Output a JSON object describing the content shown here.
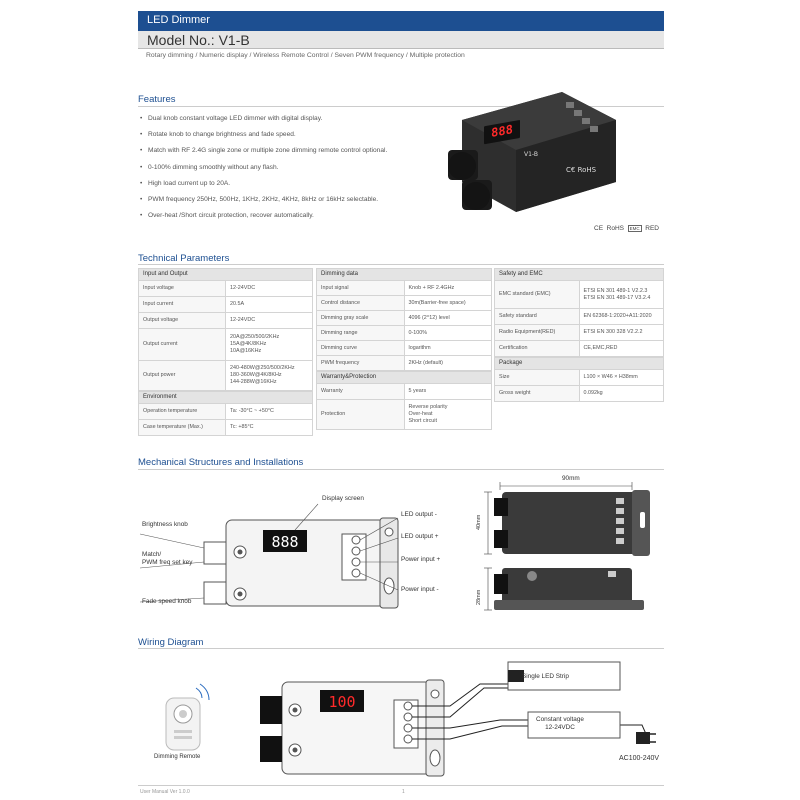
{
  "header": {
    "title": "LED Dimmer",
    "model": "Model No.: V1-B",
    "tagline": "Rotary dimming / Numeric display / Wireless Remote Control / Seven PWM frequency / Multiple protection"
  },
  "features": {
    "title": "Features",
    "items": [
      "Dual knob constant voltage LED dimmer with digital display.",
      "Rotate knob to change brightness and fade speed.",
      "Match with RF 2.4G single zone or multiple zone dimming remote control optional.",
      "0-100% dimming smoothly without any flash.",
      "High load current up to 20A.",
      "PWM frequency 250Hz, 500Hz, 1KHz, 2KHz, 4KHz, 8kHz or 16kHz selectable.",
      "Over-heat /Short circuit protection, recover automatically."
    ]
  },
  "product": {
    "display": "888",
    "cert_marks": [
      "CE",
      "RoHS",
      "RED"
    ],
    "brand": "V1-B"
  },
  "tech": {
    "title": "Technical Parameters",
    "io": {
      "head": "Input and Output",
      "rows": [
        [
          "Input voltage",
          "12-24VDC"
        ],
        [
          "Input current",
          "20.5A"
        ],
        [
          "Output voltage",
          "12-24VDC"
        ],
        [
          "Output current",
          "20A@250/500/2KHz\n15A@4K/8KHz\n10A@16KHz"
        ],
        [
          "Output power",
          "240-480W@250/500/2KHz\n180-360W@4K/8KHz\n144-288W@16KHz"
        ]
      ]
    },
    "env": {
      "head": "Environment",
      "rows": [
        [
          "Operation temperature",
          "Ta: -30°C ~ +50°C"
        ],
        [
          "Case temperature (Max.)",
          "Tc: +85°C"
        ]
      ]
    },
    "dimming": {
      "head": "Dimming data",
      "rows": [
        [
          "Input signal",
          "Knob + RF 2.4GHz"
        ],
        [
          "Control distance",
          "30m(Barrier-free space)"
        ],
        [
          "Dimming gray scale",
          "4096 (2^12) level"
        ],
        [
          "Dimming range",
          "0-100%"
        ],
        [
          "Dimming curve",
          "logarithm"
        ],
        [
          "PWM frequency",
          "2KHz (default)"
        ]
      ]
    },
    "warranty": {
      "head": "Warranty&Protection",
      "rows": [
        [
          "Warranty",
          "5 years"
        ],
        [
          "Protection",
          "Reverse polarity\nOver-heat\nShort circuit"
        ]
      ]
    },
    "safety": {
      "head": "Safety and EMC",
      "rows": [
        [
          "EMC standard (EMC)",
          "ETSI EN 301 489-1 V2.2.3\nETSI EN 301 489-17 V3.2.4"
        ],
        [
          "Safety standard",
          "EN 62368-1:2020+A11:2020"
        ],
        [
          "Radio Equipment(RED)",
          "ETSI EN 300 328 V2.2.2"
        ],
        [
          "Certification",
          "CE,EMC,RED"
        ]
      ]
    },
    "package": {
      "head": "Package",
      "rows": [
        [
          "Size",
          "L100 × W46 × H38mm"
        ],
        [
          "Gross weight",
          "0.092kg"
        ]
      ]
    }
  },
  "mech": {
    "title": "Mechanical Structures and Installations",
    "labels": {
      "display": "Display screen",
      "brightness": "Brightness knob",
      "match": "Match/\nPWM freq set key",
      "fade": "Fade speed knob",
      "led_neg": "LED output -",
      "led_pos": "LED output +",
      "pwr_pos": "Power input +",
      "pwr_neg": "Power input -",
      "width": "90mm",
      "depth": "40mm",
      "height": "28mm"
    }
  },
  "wiring": {
    "title": "Wiring Diagram",
    "remote": "Dimming Remote",
    "led_strip": "Single LED Strip",
    "psu": "Constant voltage\n12-24VDC",
    "ac": "AC100-240V",
    "display": "100"
  },
  "footer": {
    "manual": "User Manual Ver 1.0.0",
    "page": "1"
  }
}
